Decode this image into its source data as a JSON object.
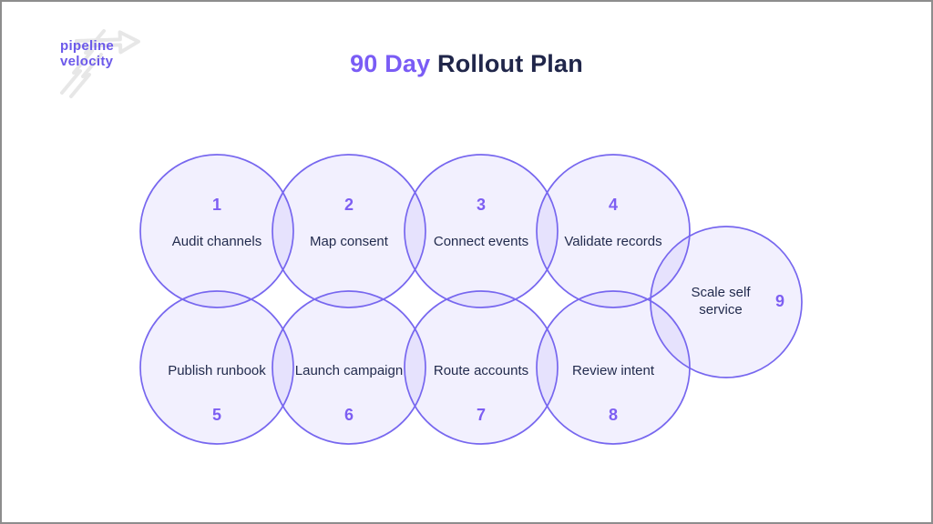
{
  "logo": {
    "line1": "pipeline",
    "line2": "velocity"
  },
  "title": {
    "accent": "90 Day",
    "rest": " Rollout Plan"
  },
  "steps": [
    {
      "num": "1",
      "label": "Audit channels"
    },
    {
      "num": "2",
      "label": "Map consent"
    },
    {
      "num": "3",
      "label": "Connect events"
    },
    {
      "num": "4",
      "label": "Validate records"
    },
    {
      "num": "5",
      "label": "Publish runbook"
    },
    {
      "num": "6",
      "label": "Launch campaign"
    },
    {
      "num": "7",
      "label": "Route accounts"
    },
    {
      "num": "8",
      "label": "Review intent"
    },
    {
      "num": "9",
      "label": "Scale self service"
    }
  ],
  "colors": {
    "accent": "#7a5cf5",
    "title_text": "#20264a",
    "circle_stroke": "#7767ef",
    "circle_fill_tint": "#ebe9fd",
    "step_number": "#7d5ef2",
    "step_label": "#222b4d",
    "frame_border": "#8d8d8d",
    "logo_text": "#6c59ea"
  }
}
